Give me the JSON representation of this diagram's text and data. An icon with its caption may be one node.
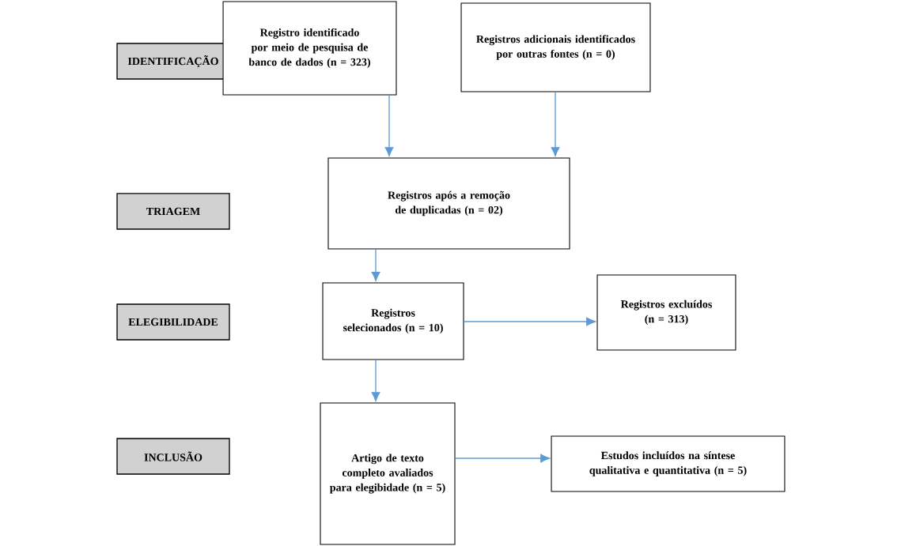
{
  "diagram": {
    "nodes": [
      {
        "text": [
          "IDENTIFICAÇÃO"
        ]
      },
      {
        "text": [
          "TRIAGEM"
        ]
      },
      {
        "text": [
          "ELEGIBILIDADE"
        ]
      },
      {
        "text": [
          "INCLUSÃO"
        ]
      },
      {
        "text": [
          "Registro identificado por meio de pesquisa de banco de dados (n = 323)"
        ]
      },
      {
        "text": [
          "Registros adicionais identificados por outras fontes (n = 0)"
        ]
      },
      {
        "text": [
          "Registros após a remoção de duplicadas (n = 02)"
        ]
      },
      {
        "text": [
          "Registros selecionados (n = 10)"
        ]
      },
      {
        "text": [
          "Registros excluídos (n = 313)"
        ]
      },
      {
        "text": [
          "Artigo de texto completo avaliados para elegibidade (n = 5)"
        ]
      },
      {
        "text": [
          "Estudos incluídos na síntese qualitativa e quantitativa (n = 5)"
        ]
      }
    ],
    "edges": [
      {
        "from": 4,
        "to": 6,
        "arrow": "to"
      },
      {
        "from": 5,
        "to": 6,
        "arrow": "to"
      },
      {
        "from": 6,
        "to": 7,
        "arrow": "to"
      },
      {
        "from": 7,
        "to": 8,
        "arrow": "to"
      },
      {
        "from": 7,
        "to": 9,
        "arrow": "to"
      },
      {
        "from": 9,
        "to": 10,
        "arrow": "to"
      }
    ]
  }
}
